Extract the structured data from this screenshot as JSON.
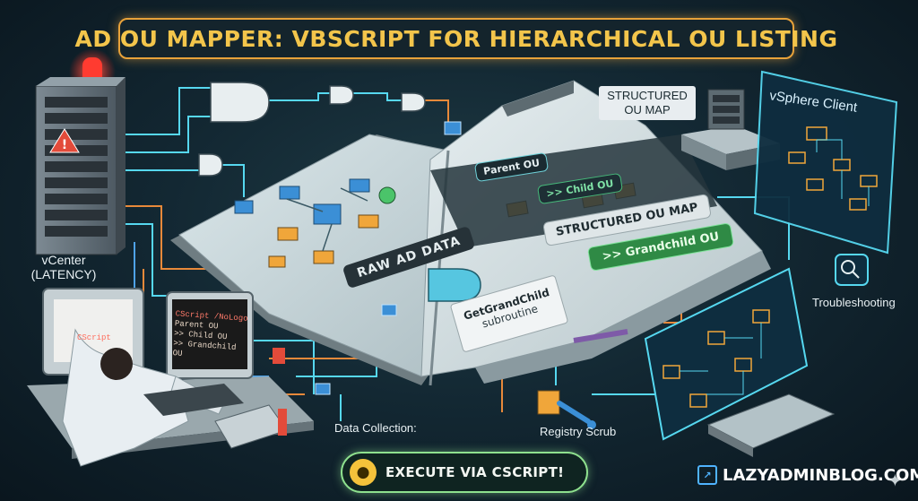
{
  "title": "AD OU MAPPER: VBSCRIPT FOR HIERARCHICAL OU LISTING",
  "labels": {
    "vcenter": "vCenter",
    "vcenter_sub": "(LATENCY)",
    "structured_1": "STRUCTURED",
    "structured_2": "OU MAP",
    "vsphere": "vSphere Client",
    "troubleshooting": "Troubleshooting",
    "data_collection": "Data Collection:",
    "registry_scrub": "Registry Scrub"
  },
  "book": {
    "raw_ad_data": "RAW AD DATA",
    "parent_ou": "Parent OU",
    "child_ou": ">> Child OU",
    "structured_ou_map": "STRUCTURED OU MAP",
    "grandchild_ou": ">> Grandchild OU",
    "getgrandchild_title": "GetGrandChild",
    "getgrandchild_sub": "subroutine"
  },
  "monitor": {
    "lines": [
      "CScript /NoLogo",
      "Parent OU",
      ">> Child OU",
      ">> Grandchild OU"
    ],
    "left_text": "CScript"
  },
  "execute": {
    "label": "EXECUTE VIA CSCRIPT!",
    "icon": "lightbulb-icon"
  },
  "brand": {
    "text": "LAZYADMINBLOG.COM",
    "icon": "expand-icon"
  },
  "colors": {
    "title_gold": "#f3c54b",
    "banner_border": "#e8a23a",
    "neon_cyan": "#56d8f0",
    "wire_orange": "#e8893a",
    "alarm_red": "#ff3b30",
    "execute_green": "#8ee08e"
  }
}
